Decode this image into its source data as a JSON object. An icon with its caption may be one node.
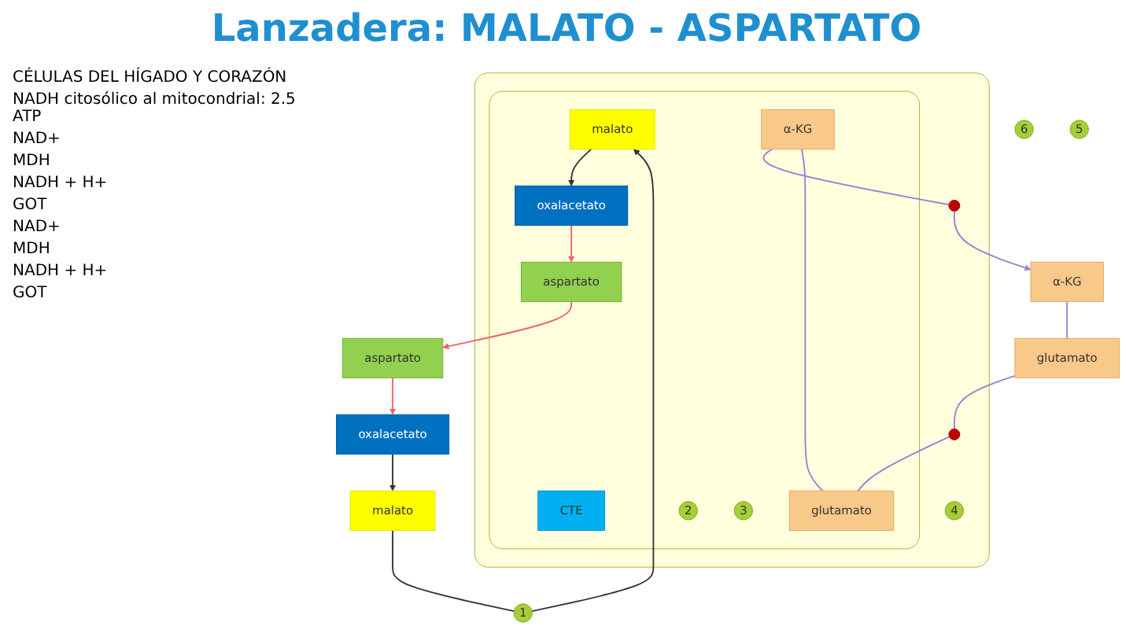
{
  "diagram": {
    "title": "Lanzadera: MALATO - ASPARTATO",
    "nodes": [
      {
        "text": [],
        "shape": "box"
      },
      {
        "text": [],
        "shape": "box",
        "in": 0
      },
      {
        "text": [
          "malato"
        ]
      },
      {
        "text": [
          "malato"
        ],
        "in": 1
      },
      {
        "text": [
          "1"
        ]
      },
      {
        "text": [
          "α-KG"
        ]
      },
      {
        "text": [
          "α-KG"
        ],
        "in": 1
      },
      {
        "text": [],
        "shape": "circle",
        "in": 0
      },
      {
        "text": [
          "oxalacetato"
        ]
      },
      {
        "text": [
          "oxalacetato"
        ],
        "in": 1
      },
      {
        "text": [
          "CTE"
        ],
        "in": 1
      },
      {
        "text": [
          "glutamato"
        ]
      },
      {
        "text": [
          "glutamato"
        ],
        "in": 1
      },
      {
        "text": [],
        "shape": "circle",
        "in": 0
      },
      {
        "text": [
          "aspartato"
        ]
      },
      {
        "text": [
          "aspartato"
        ],
        "in": 1
      },
      {
        "text": [
          "6"
        ]
      },
      {
        "text": [
          "2"
        ],
        "in": 1
      },
      {
        "text": [
          "5"
        ]
      },
      {
        "text": [
          "4"
        ],
        "in": 0
      },
      {
        "text": [
          "3"
        ],
        "in": 1
      }
    ],
    "edges": [
      {
        "from": 2,
        "to": 4,
        "arrow": "none",
        "color": "#333333"
      },
      {
        "from": 4,
        "to": 3,
        "arrow": "to",
        "color": "#333333"
      },
      {
        "from": 6,
        "to": 7,
        "arrow": "none",
        "color": "#9b7fd4"
      },
      {
        "from": 7,
        "to": 5,
        "arrow": "to",
        "color": "#9b7fd4"
      },
      {
        "from": 5,
        "to": 11,
        "arrow": "none",
        "color": "#9b7fd4"
      },
      {
        "from": 11,
        "to": 13,
        "arrow": "none",
        "color": "#9b7fd4"
      },
      {
        "from": 13,
        "to": 12,
        "arrow": "none",
        "color": "#9b7fd4"
      },
      {
        "from": 12,
        "to": 6,
        "arrow": "none",
        "color": "#9b7fd4"
      },
      {
        "from": 8,
        "to": 2,
        "arrow": "to",
        "color": "#333333"
      },
      {
        "from": 3,
        "to": 9,
        "arrow": "to",
        "color": "#333333"
      },
      {
        "from": 9,
        "to": 15,
        "arrow": "to",
        "color": "#f06070"
      },
      {
        "from": 15,
        "to": 14,
        "arrow": "to",
        "color": "#f06070"
      },
      {
        "from": 14,
        "to": 8,
        "arrow": "to",
        "color": "#f06070"
      }
    ],
    "labels": [
      "CÉLULAS DEL HÍGADO Y CORAZÓN",
      "NADH citosólico al mitocondrial: 2.5 ATP",
      "NAD+",
      "MDH",
      "NADH + H+",
      "GOT",
      "NAD+",
      "MDH",
      "NADH + H+",
      "GOT"
    ]
  }
}
